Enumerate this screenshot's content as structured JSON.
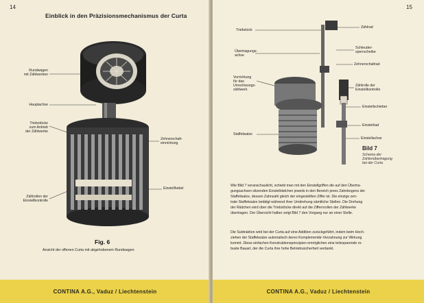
{
  "left": {
    "page_number": "14",
    "title": "Einblick in den Präzisionsmechanismus der Curta",
    "labels": [
      {
        "line1": "Rundwagen",
        "line2": "mit Zählwerken"
      },
      {
        "line1": "Hauptachse"
      },
      {
        "line1": "Triebstöcke",
        "line2": "zum Antrieb",
        "line3": "der Zählwerke"
      },
      {
        "line1": "Zehnerschalt-",
        "line2": "einrichtung"
      },
      {
        "line1": "Einstellhebel"
      },
      {
        "line1": "Zählrollen der",
        "line2": "Einstellkontrolle"
      }
    ],
    "figure_label": "Fig. 6",
    "caption": "Ansicht der offenen Curta mit abgehobenem Rundwagen"
  },
  "right": {
    "page_number": "15",
    "labels": [
      {
        "line1": "Triebstock"
      },
      {
        "line1": "Zählrad"
      },
      {
        "line1": "Übertragungs-",
        "line2": "achse"
      },
      {
        "line1": "Schleuder-",
        "line2": "sperrscheibe"
      },
      {
        "line1": "Zehnerschaltrad"
      },
      {
        "line1": "Vorrichtung",
        "line2": "für das",
        "line3": "Umschwungs-",
        "line4": "zählwerk"
      },
      {
        "line1": "Zählrolle der",
        "line2": "Einstellkontrolle"
      },
      {
        "line1": "Einstellschieber"
      },
      {
        "line1": "Einstellrad"
      },
      {
        "line1": "Staffelwalze"
      },
      {
        "line1": "Einstellachse"
      }
    ],
    "figure_label": "Bild 7",
    "figure_caption": [
      "Schema der",
      "Zahlenübertragung",
      "bei der Curta"
    ],
    "paragraph1": [
      "Wie Bild 7 veranschaulicht, schiebt man mit den Einstellgriffen die auf den Übertra-",
      "gungsachsen sitzenden Einstellrädchen jeweils in den Bereich jenes Zahnbogens der",
      "Staffelwalze, dessen Zahnzahl gleich der eingestellten Ziffer ist. Die einzige zen-",
      "trale Staffelwalze betätigt während ihrer Umdrehung sämtliche Stellen. Die Drehung",
      "der Rädchen wird über die Triebstöcke direkt auf die Ziffernrollen der Zählwerke",
      "übertragen. Der Übersicht halber zeigt Bild 7 den Vorgang nur an einer Stelle.",
      ""
    ],
    "paragraph2": [
      "Die Subtraktion wird bei der Curta auf eine Addition zurückgeführt, indem beim Hoch-",
      "ziehen der Staffelwalze automatisch deren Komplementär-Verzahnung zur Wirkung",
      "kommt. Diese einfachen Konstruktionsprinzipien ermöglichen eine teilesparende ro-",
      "buste Bauart, der die Curta ihre hohe Betriebssicherheit verdankt.",
      ""
    ]
  },
  "footer": {
    "company": "CONTINA A.G., Vaduz / Liechtenstein"
  }
}
